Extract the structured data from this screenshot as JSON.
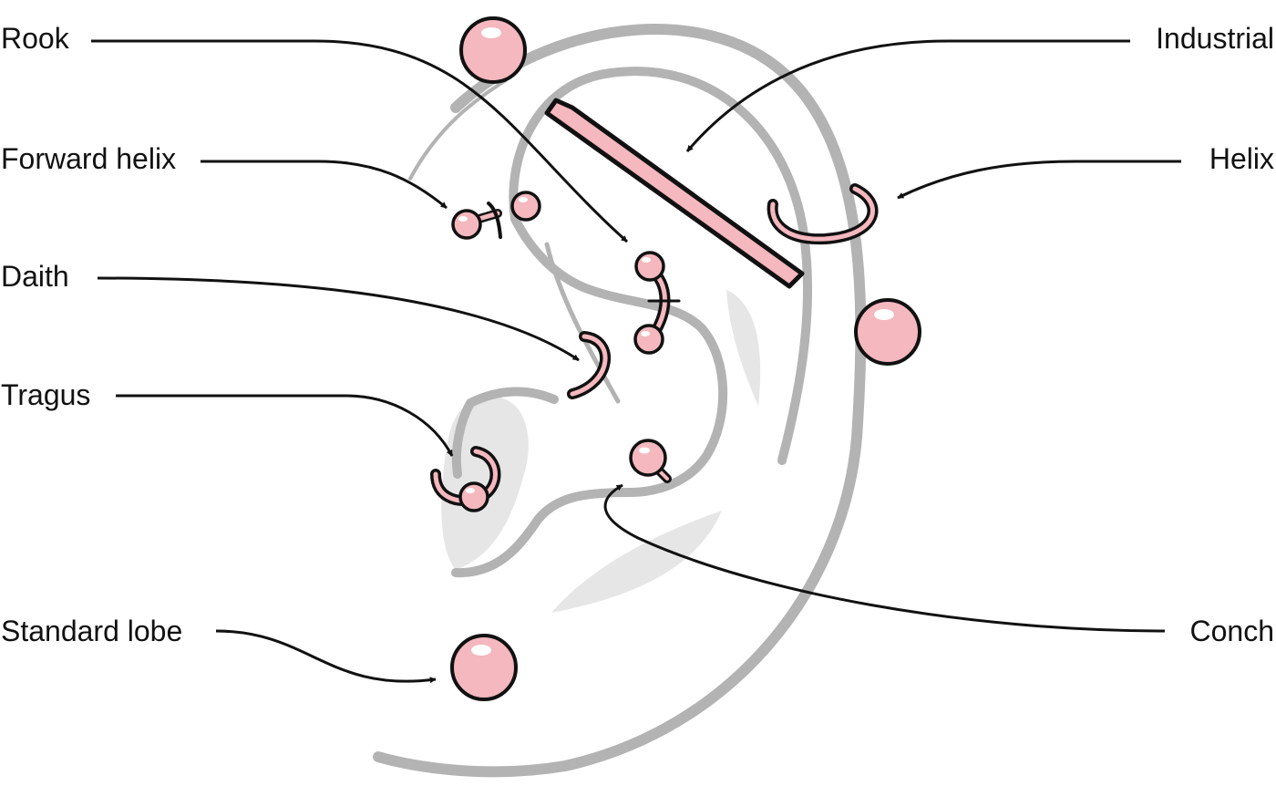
{
  "labels": {
    "rook": "Rook",
    "forward_helix": "Forward helix",
    "daith": "Daith",
    "tragus": "Tragus",
    "standard_lobe": "Standard lobe",
    "industrial": "Industrial",
    "helix": "Helix",
    "conch": "Conch"
  },
  "colors": {
    "ear_outline": "#b3b3b3",
    "ear_shadow": "#e6e6e6",
    "jewelry_fill": "#f4b8be",
    "jewelry_outline": "#111111",
    "highlight": "#ffffff",
    "arrow": "#111111"
  }
}
